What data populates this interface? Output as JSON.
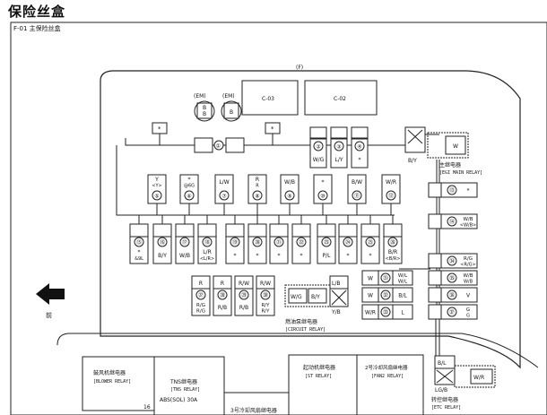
{
  "page_title": "保险丝盒",
  "section_label": "F-01 主保险丝盒",
  "view_label": "(F)",
  "front_arrow_label": "前",
  "top_fuses": [
    {
      "id": "em1",
      "label": "(EM)",
      "inner1": "B",
      "inner2": "B"
    },
    {
      "id": "em2",
      "label": "(EM)",
      "inner1": "B"
    }
  ],
  "connectors": [
    {
      "id": "c03",
      "label": "C-03"
    },
    {
      "id": "c02",
      "label": "C-02"
    }
  ],
  "star": "*",
  "row1": [
    {
      "num": "①"
    },
    {
      "num": "②",
      "wire": "W/G"
    },
    {
      "num": "③",
      "wire": "L/Y"
    },
    {
      "num": "④",
      "wire": "*"
    }
  ],
  "by_box": "B/Y",
  "main_relay": {
    "box_label": "W",
    "name": "主继电器",
    "en": "[EGI MAIN RELAY]"
  },
  "row2": [
    {
      "num": "⑤",
      "top1": "Y",
      "top2": "<Y>"
    },
    {
      "num": "⑥",
      "top1": "*",
      "top2": "@6G"
    },
    {
      "num": "⑦",
      "top1": "L/W"
    },
    {
      "num": "⑧",
      "top1": "R",
      "top2": "R"
    },
    {
      "num": "⑨",
      "top1": "W/B"
    },
    {
      "num": "⑩",
      "top1": "*"
    },
    {
      "num": "⑪",
      "top1": "B/W"
    },
    {
      "num": "⑫",
      "top1": "W/R"
    }
  ],
  "row3": [
    {
      "num": "⑮",
      "bot1": "*",
      "bot2": "&9L"
    },
    {
      "num": "⑯",
      "bot1": "B/Y"
    },
    {
      "num": "⑰",
      "bot1": "W/B"
    },
    {
      "num": "⑱",
      "bot1": "L/R",
      "bot2": "<L/R>"
    },
    {
      "num": "⑲",
      "bot1": "*"
    },
    {
      "num": "⑳",
      "bot1": "*"
    },
    {
      "num": "㉑",
      "bot1": "*"
    },
    {
      "num": "㉒",
      "bot1": "*"
    },
    {
      "num": "㉓",
      "bot1": "P/L"
    },
    {
      "num": "㉔",
      "bot1": "*"
    },
    {
      "num": "㉕",
      "bot1": "*"
    },
    {
      "num": "㉖",
      "bot1": "B/R",
      "bot2": "<B/R>"
    }
  ],
  "right_col": [
    {
      "num": "⑬",
      "val1": "*"
    },
    {
      "num": "⑭",
      "val1": "W/B",
      "val2": "<W/B>"
    },
    {
      "num": "㉞",
      "val1": "R/G",
      "val2": "<R/G>"
    },
    {
      "num": "㉟",
      "val1": "W/B",
      "val2": "W/B"
    },
    {
      "num": "㊱",
      "val1": "V"
    },
    {
      "num": "㊲",
      "val1": "G",
      "val2": "G"
    }
  ],
  "mid_col": [
    {
      "left": "W",
      "num": "㉛",
      "right1": "W/L",
      "right2": "W/L"
    },
    {
      "left": "W",
      "num": "㉜",
      "right1": "B/L"
    },
    {
      "left": "W/R",
      "num": "㉝",
      "right1": "L"
    }
  ],
  "row4": [
    {
      "num": "㉗",
      "top": "R",
      "bot1": "R/G",
      "bot2": "R/G"
    },
    {
      "num": "㉘",
      "top": "R",
      "bot1": "R/B"
    },
    {
      "num": "㉙",
      "top": "R/W",
      "bot1": "R/B"
    },
    {
      "num": "㉚",
      "top": "R/W",
      "bot1": "R/Y",
      "bot2": "R/Y"
    }
  ],
  "circuit_relay": {
    "w1": "W/G",
    "w2": "B/Y",
    "w3": "L/B",
    "w4": "Y/B",
    "name": "燃油泵继电器",
    "en": "[CIRCUIT RELAY]"
  },
  "etc_relay": {
    "w1": "B/L",
    "w2": "W/R",
    "w3": "LG/B",
    "name": "转控继电器",
    "en": "[ETC RELAY]"
  },
  "bottom_relays": [
    {
      "name": "鼓风机继电器",
      "en": "[BLOWER RELAY]",
      "num": "16"
    },
    {
      "name": "TNS继电器",
      "en": "[TNS RELAY]",
      "extra": "ABS(SOL) 30A"
    },
    {
      "name": "3号冷却风扇继电器"
    },
    {
      "name": "起动机继电器",
      "en": "[ST RELAY]"
    },
    {
      "name": "2号冷却风扇继电器",
      "en": "[FAN2 RELAY]"
    }
  ]
}
